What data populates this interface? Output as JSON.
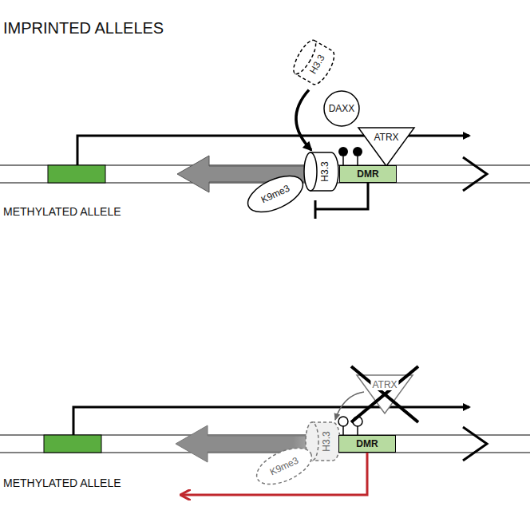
{
  "diagram": {
    "title": "IMPRINTED ALLELES",
    "nodes": [
      {
        "text": [
          "H3.3"
        ]
      },
      {
        "text": [
          "DAXX"
        ]
      },
      {
        "text": [
          "ATRX"
        ]
      },
      {
        "text": [
          "H3.3"
        ]
      },
      {
        "text": [
          "K9me3"
        ]
      },
      {
        "text": [
          "DMR"
        ]
      },
      {
        "text": [
          "ATRX"
        ]
      },
      {
        "text": [
          "H3.3"
        ]
      },
      {
        "text": [
          "K9me3"
        ]
      },
      {
        "text": [
          "DMR"
        ]
      }
    ],
    "edges": [
      {
        "from": 0,
        "to": 3,
        "arrow": "to"
      },
      {
        "from": 6,
        "to": 7,
        "arrow": "to"
      }
    ],
    "labels": [
      "METHYLATED ALLELE",
      "METHYLATED ALLELE"
    ]
  }
}
